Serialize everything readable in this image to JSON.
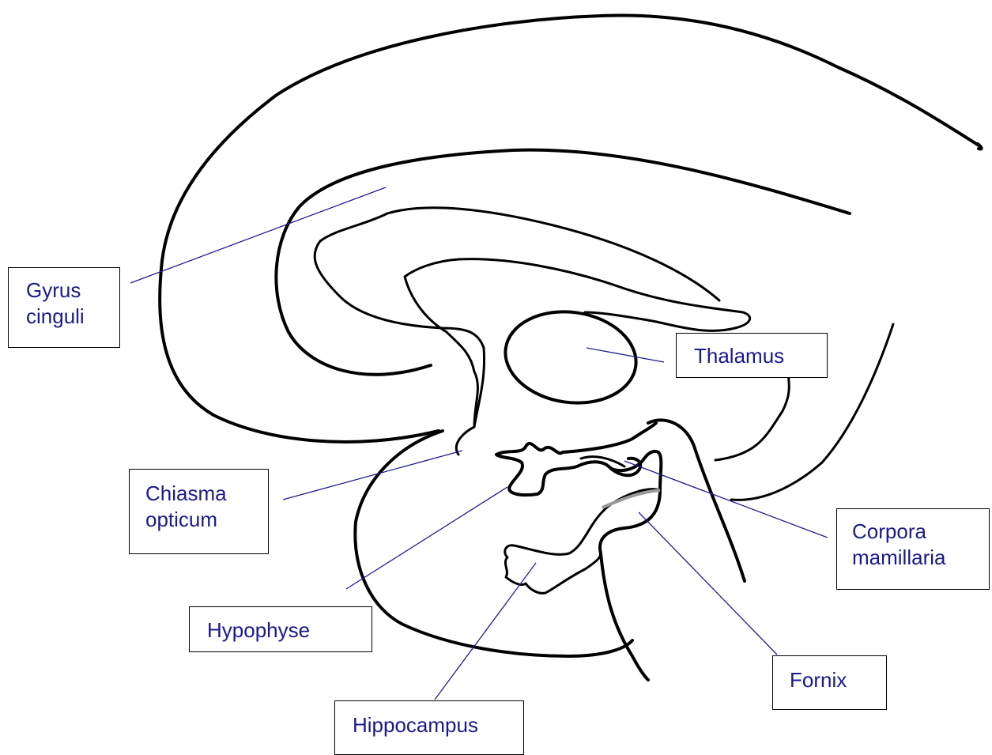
{
  "labels": {
    "gyrus_cinguli": "Gyrus\ncinguli",
    "thalamus": "Thalamus",
    "chiasma_opticum": "Chiasma\nopticum",
    "corpora_mamillaria": "Corpora\nmamillaria",
    "hypophyse": "Hypophyse",
    "fornix": "Fornix",
    "hippocampus": "Hippocampus"
  },
  "colors": {
    "label_text": "#1a1a8c",
    "leader_line": "#1f1f8f",
    "outline": "#000000"
  }
}
